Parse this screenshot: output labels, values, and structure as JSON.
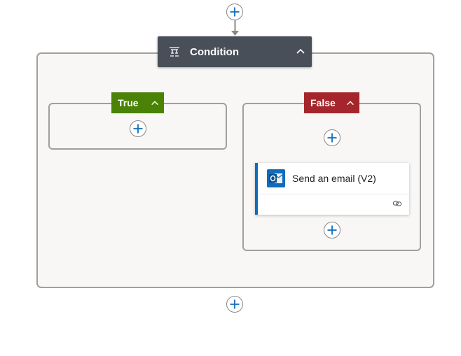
{
  "condition": {
    "title": "Condition",
    "header_color": "#484f58",
    "icon": "condition-icon"
  },
  "true_branch": {
    "label": "True",
    "color": "#498205"
  },
  "false_branch": {
    "label": "False",
    "color": "#a4262c"
  },
  "email_action": {
    "title": "Send an email (V2)",
    "accent": "#0f6cbd",
    "icon": "outlook-icon"
  }
}
